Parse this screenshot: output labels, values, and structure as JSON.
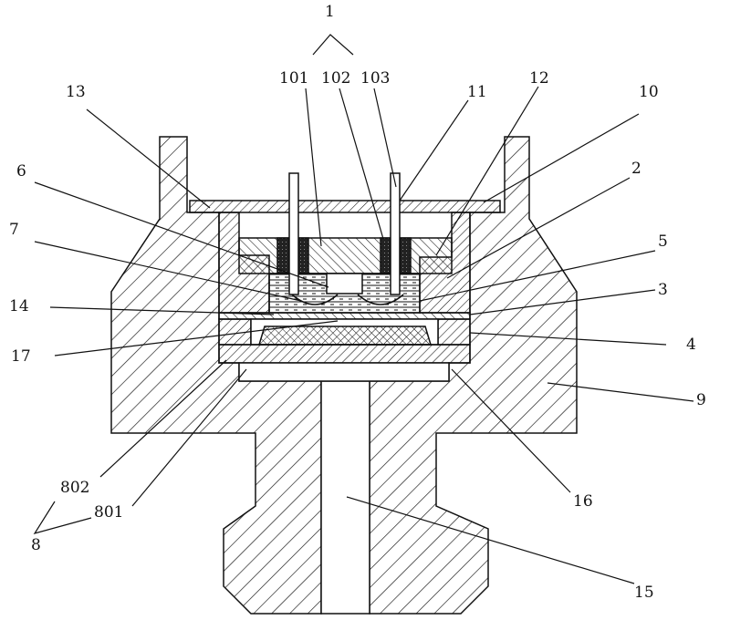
{
  "labels": {
    "l1": "1",
    "l101": "101",
    "l102": "102",
    "l103": "103",
    "l11": "11",
    "l12": "12",
    "l13": "13",
    "l10": "10",
    "l6": "6",
    "l2": "2",
    "l7": "7",
    "l5": "5",
    "l14": "14",
    "l3": "3",
    "l17": "17",
    "l4": "4",
    "l9": "9",
    "l802": "802",
    "l801": "801",
    "l8": "8",
    "l16": "16",
    "l15": "15"
  },
  "colors": {
    "line": "#111111",
    "background": "#ffffff"
  }
}
